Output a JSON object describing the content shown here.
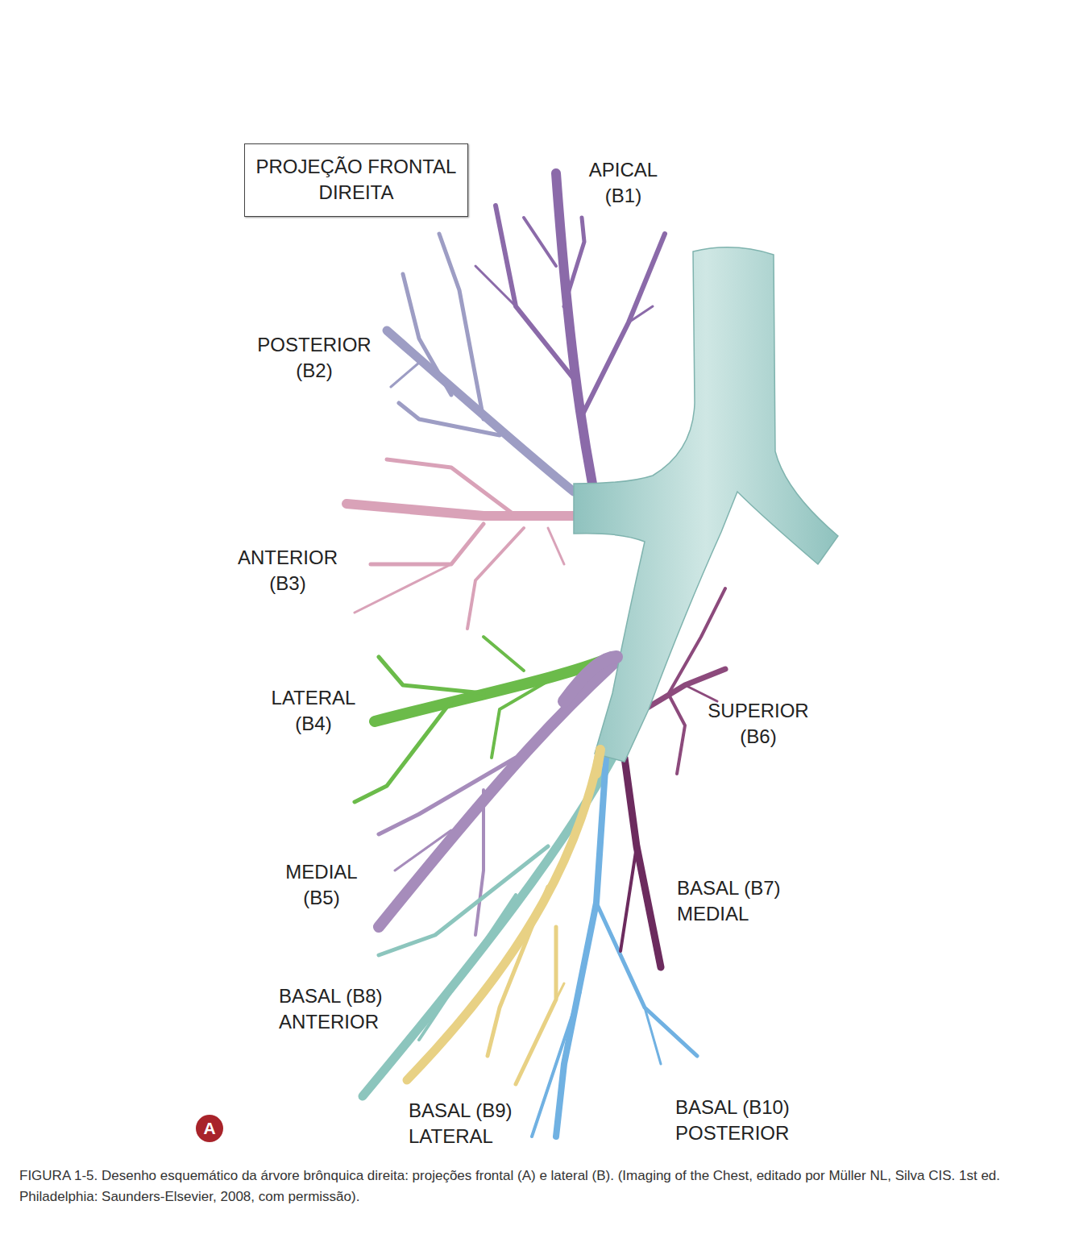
{
  "diagram": {
    "caption": "FIGURA 1-5. Desenho esquemático da árvore brônquica direita: projeções frontal (A) e lateral (B). (Imaging of the Chest, editado por Müller NL, Silva CIS. 1st ed. Philadelphia: Saunders-Elsevier, 2008, com permissão).",
    "nodes": [
      {
        "text": [
          "PROJEÇÃO FRONTAL DIREITA"
        ]
      },
      {
        "text": [
          "A"
        ]
      }
    ],
    "labels": [
      "APICAL (B1)",
      "POSTERIOR (B2)",
      "ANTERIOR (B3)",
      "LATERAL (B4)",
      "SUPERIOR (B6)",
      "MEDIAL (B5)",
      "BASAL (B7) MEDIAL",
      "BASAL (B8) ANTERIOR",
      "BASAL (B9) LATERAL",
      "BASAL (B10) POSTERIOR"
    ]
  }
}
